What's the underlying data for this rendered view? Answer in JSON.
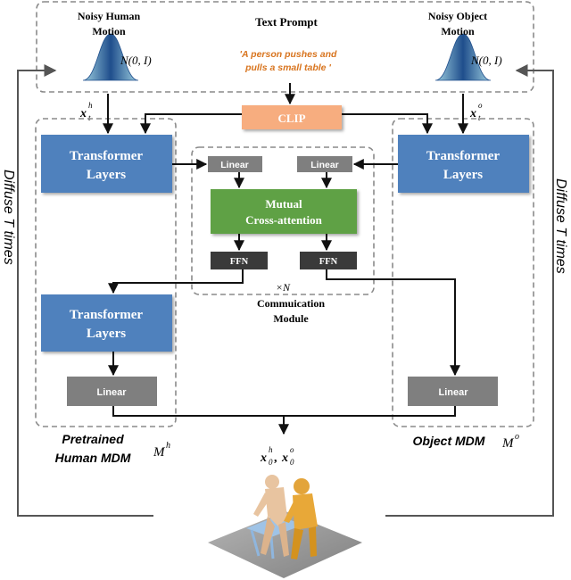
{
  "inputs": {
    "noisy_human_line1": "Noisy Human",
    "noisy_human_line2": "Motion",
    "text_prompt_title": "Text Prompt",
    "noisy_object_line1": "Noisy Object",
    "noisy_object_line2": "Motion",
    "prompt_line1": "'A person pushes and",
    "prompt_line2": "pulls  a small table '",
    "gaussian_label_human": "N(0, I)",
    "gaussian_label_object": "N(0, I)",
    "xh_label": "x_t^h",
    "xo_label": "x_t^o"
  },
  "blocks": {
    "clip": "CLIP",
    "transformer_line1": "Transformer",
    "transformer_line2": "Layers",
    "linear": "Linear",
    "mutual_line1": "Mutual",
    "mutual_line2": "Cross-attention",
    "ffn": "FFN",
    "times_n": "×N",
    "comm_line1": "Commuication",
    "comm_line2": "Module"
  },
  "labels": {
    "pretrained_line1": "Pretrained",
    "pretrained_line2": "Human MDM",
    "human_mdm_symbol": "M^h",
    "object_mdm": "Object MDM",
    "object_mdm_symbol": "M^o",
    "output": "x_0^h, x_0^o",
    "diffuse": "Diffuse T times"
  },
  "colors": {
    "clip": "#f7ad7f",
    "transformer": "#4f81bd",
    "mutual": "#5fa144",
    "linear": "#7f7f7f",
    "ffn": "#3a3a3a",
    "prompt_text": "#d8741e",
    "dashed": "#8a8a8a",
    "gaussian": "#2e5f9c"
  }
}
